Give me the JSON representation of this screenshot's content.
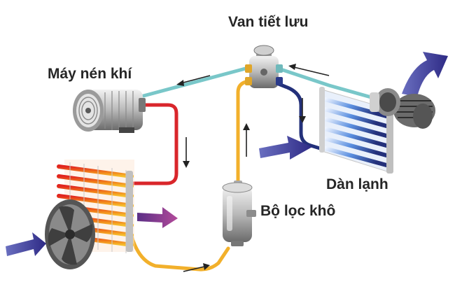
{
  "labels": {
    "compressor": "Máy nén khí",
    "expansion_valve": "Van tiết lưu",
    "evaporator": "Dàn lạnh",
    "filter_drier": "Bộ lọc khô"
  },
  "colors": {
    "hot_gas": "#d9262b",
    "high_pressure_liquid": "#f2b02b",
    "low_pressure_liquid": "#79c7c9",
    "cold_gas": "#23307a",
    "air_arrow": "#3b2f8a",
    "condenser_gradient": [
      "#e1241f",
      "#f07a1a",
      "#f6b92a"
    ],
    "evaporator_gradient": [
      "#ffffff",
      "#4b7fd8",
      "#23307a"
    ]
  }
}
